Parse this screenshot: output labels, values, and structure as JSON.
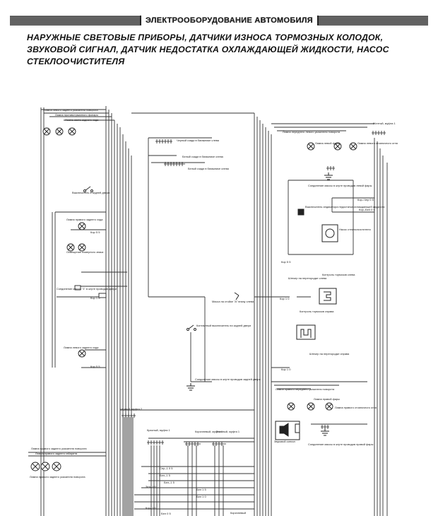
{
  "header": {
    "banner": "Электрооборудование автомобиля",
    "title": "Наружные световые приборы, датчики износа тормозных колодок, звуковой сигнал, датчик недостатка охлаждающей жидкости, насос стеклоочистителя"
  },
  "labels": {
    "rear_left_turn": "Лампа левого заднего указателя поворота",
    "rear_fog": "Лампа противотуманного фонаря",
    "rear_reverse": "Лампа света заднего хода",
    "black_rear_left": "Черный сзади в багажнике слева",
    "white_rear_left_1": "Белый сзади в багажнике слева",
    "white_rear_left_2": "Белый сзади в багажнике слева",
    "rear_door_switch": "Выключатель в задней двери",
    "lamp_rear_side": "Лампа правого заднего хода",
    "plate_lamp": "Освещение номерного знака",
    "ground_rear_1": "Соединение массы \"1\" в жгуте проводов двери",
    "lamp_rear_left_side": "Лампа левого заднего хода",
    "contact_switch": "Контактный выключатель на задней двери",
    "ground_rear_door": "Соединение массы в жгуте проводов задней двери",
    "black_cluster_2": "Черный, муфта 2",
    "red_cluster_1": "Красный, муфта 1",
    "brown_cluster": "Коричневый, муфта 1",
    "green_cluster": "Зеленый, муфта 1",
    "front_left_turn": "Лампа переднего левого указателя поворота",
    "left_headlight": "Лампа левой фары",
    "left_parking": "Лампа левого стояночного огня",
    "yellow_cluster_1": "Желтый, муфта 1",
    "ground_left_headlight": "Соединение массы в жгуте проводов левой фары",
    "coolant_sensor": "Выключатель индикатора недостатка охлаждающей жидкости",
    "washer_pump": "Насос стеклоочистителя",
    "left_brake_wear": "Штекер на перегородке слева",
    "left_brake_contact": "Контроль тормозов слева",
    "ground_body_a": "Масса на стойке \"А\" внизу слева",
    "right_brake_contact": "Контроль тормозов справа",
    "right_brake_wear": "Штекер на перегородке справа",
    "front_right_turn": "Лампа правого переднего указателя поворота",
    "right_headlight": "Лампа правой фары",
    "right_parking": "Лампа правого стояночного огня",
    "horn": "Звуковой сигнал",
    "ground_right_headlight": "Соединение массы в жгуте проводов правой фары",
    "rear_right_turn": "Лампа правого заднего указателя поворота",
    "rear_right_lights": "Лампа правого заднего габарита",
    "rear_right_legend": "Лампа правого заднего указателя поворота",
    "brown_bottom": "Коричневый"
  }
}
